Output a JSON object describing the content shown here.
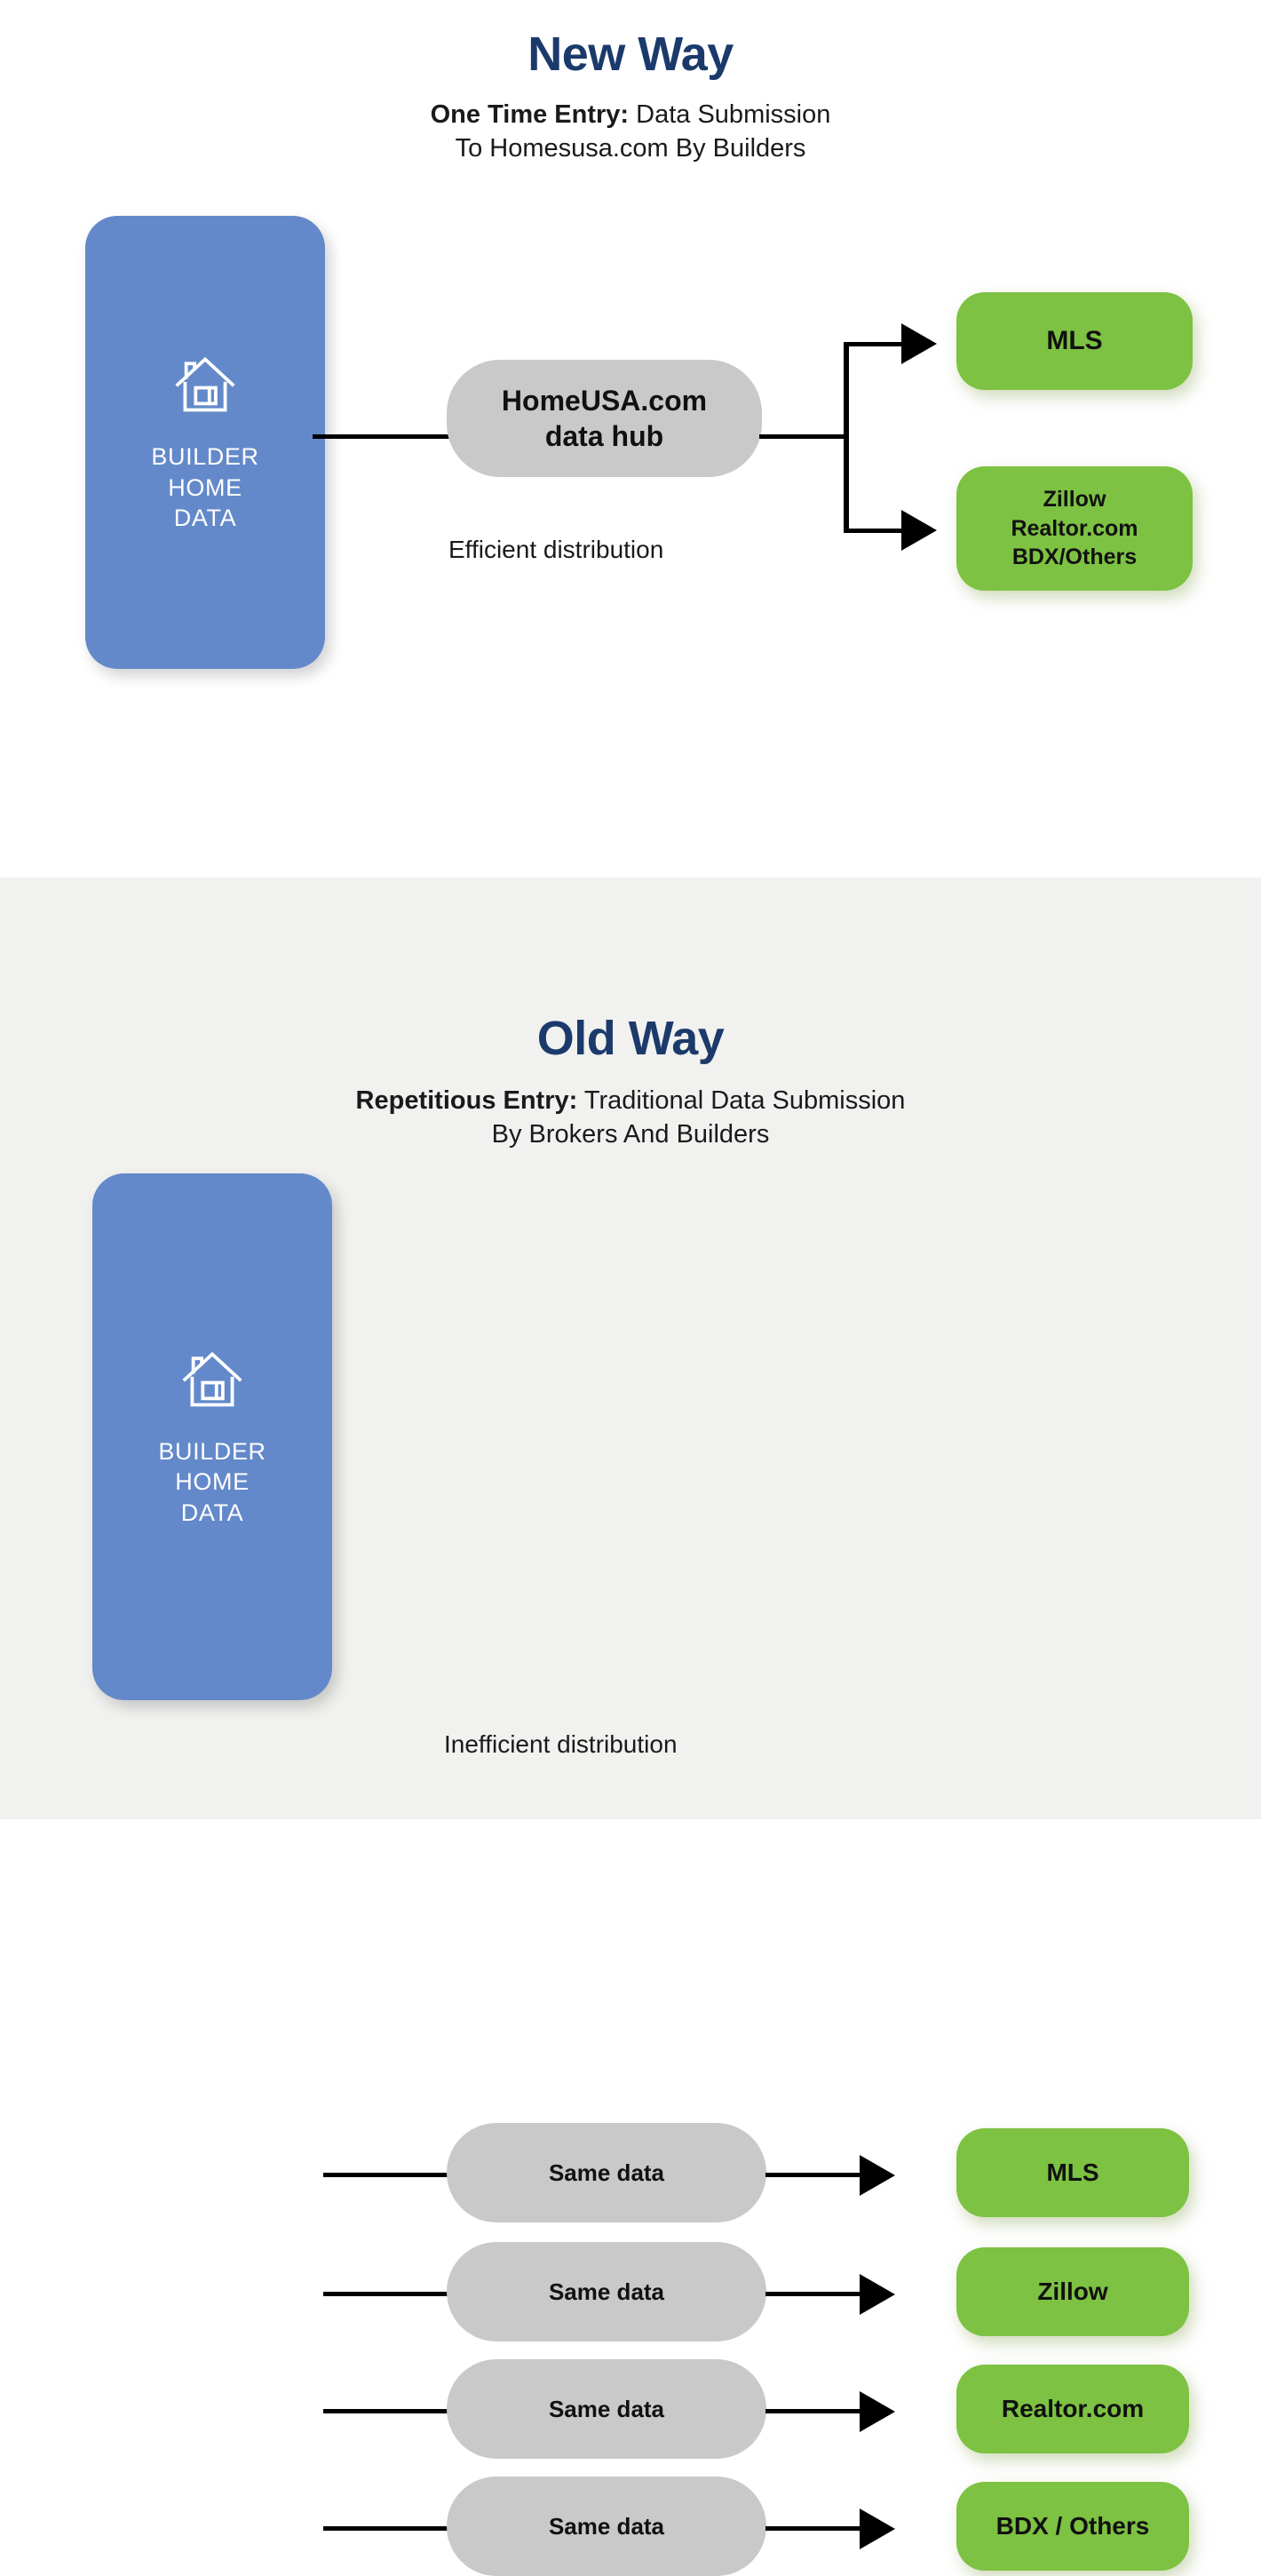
{
  "new_way": {
    "title": "New Way",
    "subtitle_lead": "One Time Entry:",
    "subtitle_rest": " Data Submission",
    "subtitle_line2": "To Homesusa.com By Builders",
    "builder": {
      "icon": "house-icon",
      "line1": "BUILDER",
      "line2": "HOME",
      "line3": "DATA"
    },
    "hub": {
      "line1": "HomeUSA.com",
      "line2": "data hub"
    },
    "caption": "Efficient distribution",
    "outputs": [
      {
        "label": "MLS"
      },
      {
        "line1": "Zillow",
        "line2": "Realtor.com",
        "line3": "BDX/Others"
      }
    ]
  },
  "old_way": {
    "title": "Old Way",
    "subtitle_lead": "Repetitious Entry:",
    "subtitle_rest": " Traditional Data Submission",
    "subtitle_line2": "By Brokers And Builders",
    "builder": {
      "icon": "house-icon",
      "line1": "BUILDER",
      "line2": "HOME",
      "line3": "DATA"
    },
    "caption": "Inefficient distribution",
    "rows": [
      {
        "middle": "Same data",
        "target": "MLS"
      },
      {
        "middle": "Same data",
        "target": "Zillow"
      },
      {
        "middle": "Same data",
        "target": "Realtor.com"
      },
      {
        "middle": "Same data",
        "target": "BDX / Others"
      }
    ]
  },
  "colors": {
    "title_navy": "#1b3a6b",
    "builder_blue": "#6389ca",
    "hub_grey": "#c9c9c9",
    "target_green": "#7dc242",
    "old_way_bg": "#f1f1ef",
    "connector_black": "#000000"
  }
}
